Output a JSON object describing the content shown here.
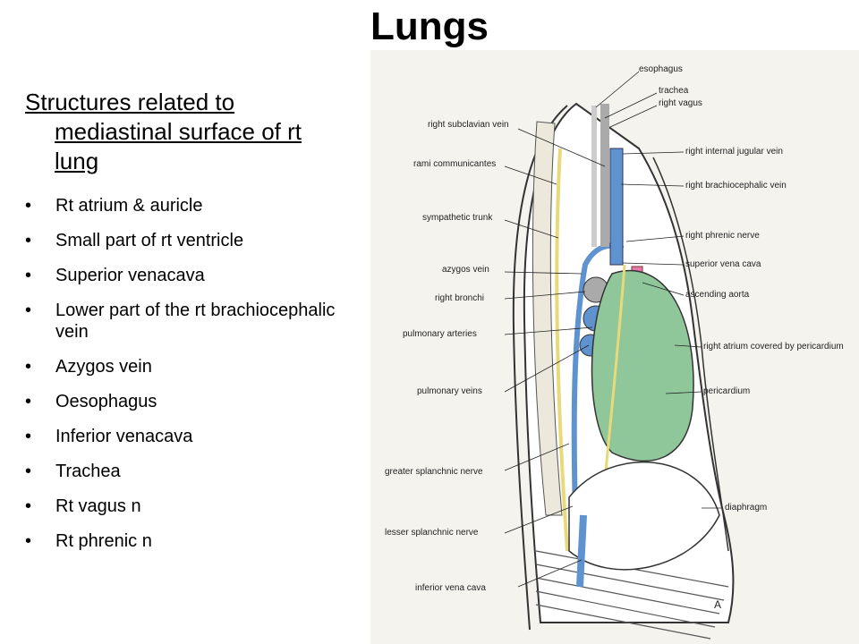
{
  "slide": {
    "title": "Lungs",
    "subtitle_lines": [
      "Structures related to",
      "mediastinal surface of rt",
      "lung"
    ]
  },
  "bullets": [
    "Rt atrium & auricle",
    "Small part of rt ventricle",
    "Superior venacava",
    "Lower part of the rt brachiocephalic vein",
    "Azygos vein",
    "Oesophagus",
    "Inferior venacava",
    "Trachea",
    "Rt vagus n",
    "Rt phrenic n"
  ],
  "figure": {
    "labels_left": {
      "right_subclavian_vein": "right subclavian vein",
      "rami_communicantes": "rami communicantes",
      "sympathetic_trunk": "sympathetic trunk",
      "azygos_vein": "azygos vein",
      "right_bronchi": "right bronchi",
      "pulmonary_arteries": "pulmonary arteries",
      "pulmonary_veins": "pulmonary veins",
      "greater_splanchnic_nerve": "greater splanchnic nerve",
      "lesser_splanchnic_nerve": "lesser splanchnic nerve",
      "inferior_vena_cava": "inferior vena cava"
    },
    "labels_right": {
      "esophagus": "esophagus",
      "trachea": "trachea",
      "right_vagus": "right vagus",
      "right_internal_jugular_vein": "right internal jugular vein",
      "right_brachiocephalic_vein": "right brachiocephalic vein",
      "right_phrenic_nerve": "right phrenic nerve",
      "superior_vena_cava": "superior vena cava",
      "ascending_aorta": "ascending aorta",
      "right_atrium_pericardium": "right atrium covered by pericardium",
      "pericardium": "pericardium",
      "diaphragm": "diaphragm"
    },
    "panel_letter": "A",
    "colors": {
      "pericardium": "#8fc79a",
      "veins": "#5e93cf",
      "nerves": "#e8da7a",
      "aorta": "#e879a8"
    }
  }
}
